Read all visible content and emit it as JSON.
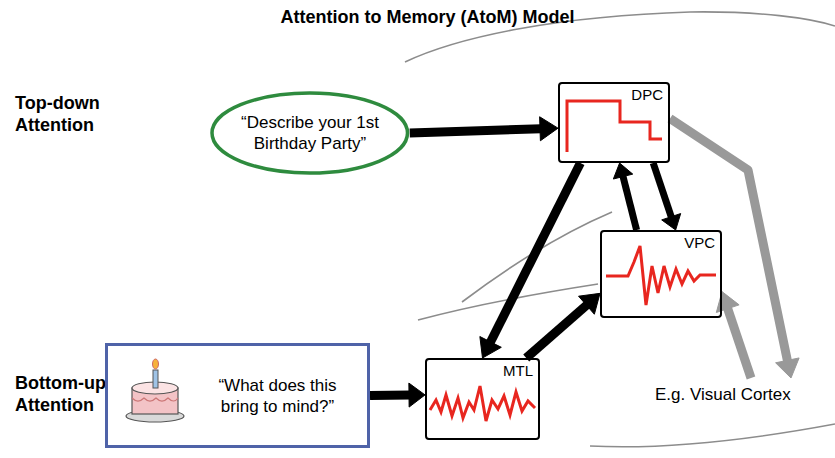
{
  "diagram": {
    "title": "Attention to Memory (AtoM) Model",
    "nodes": [
      {
        "text": [
          "“Describe your 1st Birthday Party”"
        ]
      },
      {
        "text": [
          "DPC"
        ]
      },
      {
        "text": [
          "VPC"
        ]
      },
      {
        "text": [
          "“What does this bring to mind?”"
        ]
      },
      {
        "text": [
          "MTL"
        ]
      },
      {
        "text": [
          "E.g. Visual Cortex"
        ]
      }
    ],
    "edges": [
      {
        "from": 0,
        "to": 1,
        "arrow": "to"
      },
      {
        "from": 1,
        "to": 2,
        "arrow": "to"
      },
      {
        "from": 2,
        "to": 1,
        "arrow": "to"
      },
      {
        "from": 1,
        "to": 4,
        "arrow": "to"
      },
      {
        "from": 3,
        "to": 4,
        "arrow": "to"
      },
      {
        "from": 4,
        "to": 2,
        "arrow": "to"
      },
      {
        "from": 1,
        "to": 5,
        "arrow": "to"
      },
      {
        "from": 5,
        "to": 2,
        "arrow": "to"
      }
    ],
    "labels": [
      "Top-down Attention",
      "Bottom-up Attention"
    ]
  }
}
